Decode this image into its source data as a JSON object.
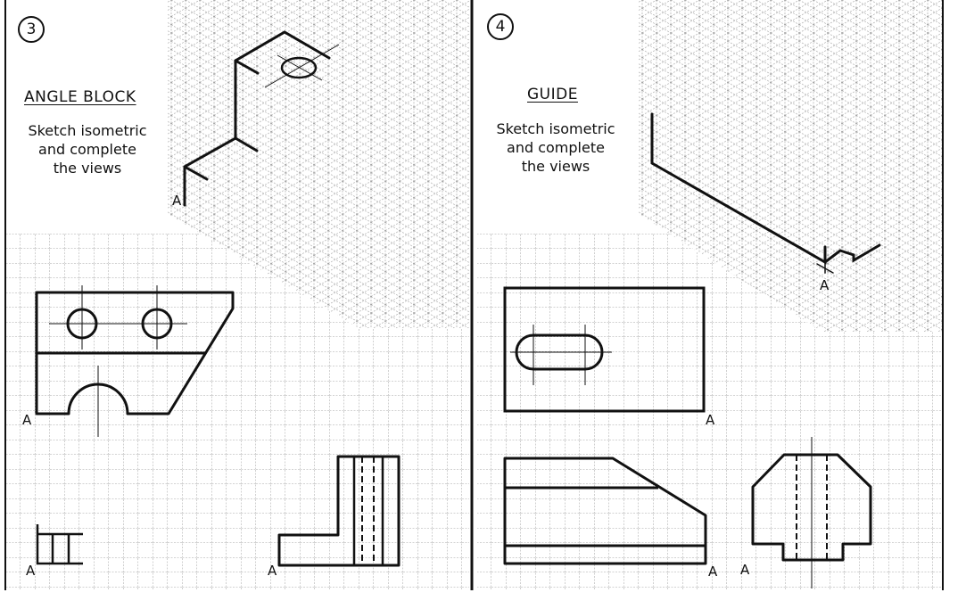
{
  "exercises": [
    {
      "number": "3",
      "title": "ANGLE BLOCK",
      "instruction_lines": [
        "Sketch isometric",
        "and complete",
        "the views"
      ],
      "reference_labels": [
        "A",
        "A",
        "A",
        "A"
      ]
    },
    {
      "number": "4",
      "title": "GUIDE",
      "instruction_lines": [
        "Sketch isometric",
        "and complete",
        "the views"
      ],
      "reference_labels": [
        "A",
        "A",
        "A",
        "A"
      ]
    }
  ]
}
